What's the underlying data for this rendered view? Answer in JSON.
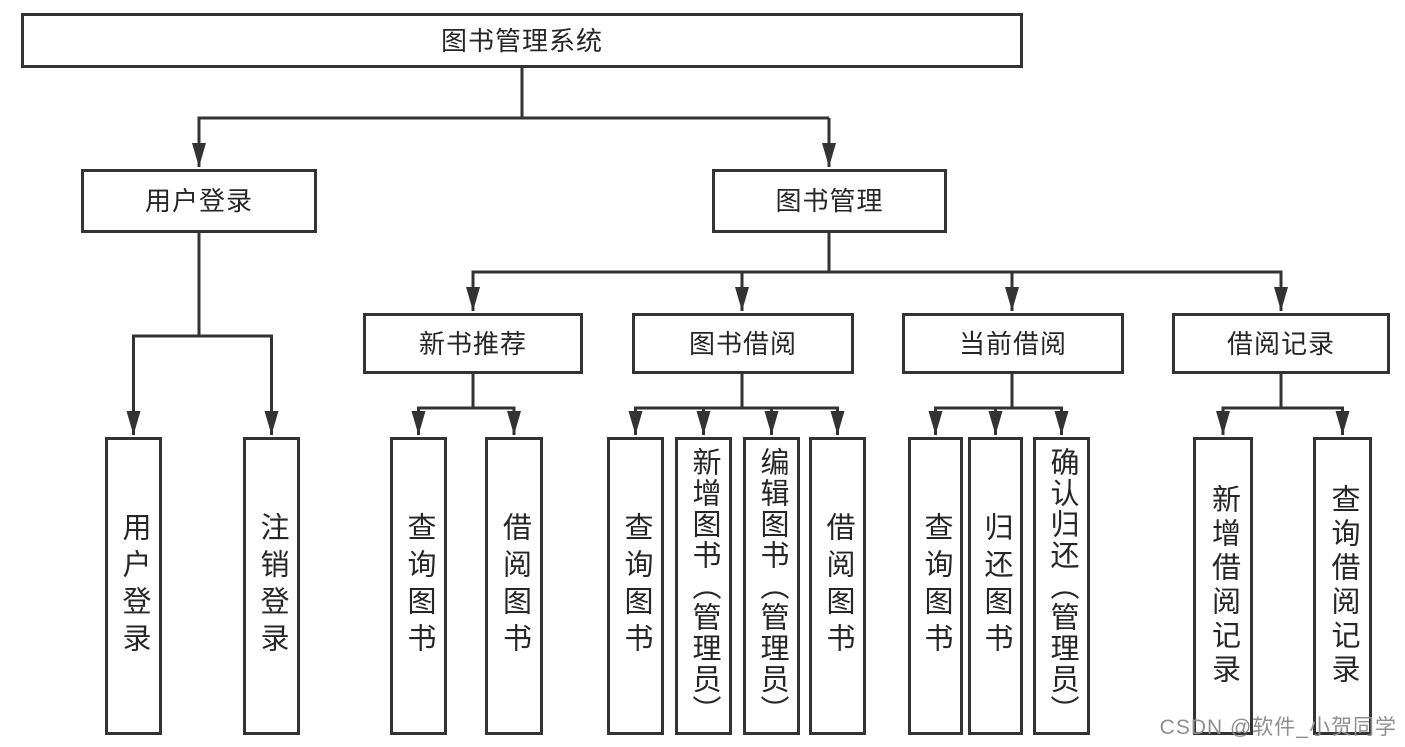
{
  "diagram_title": "图书管理系统",
  "tree": {
    "label": "图书管理系统",
    "children": [
      {
        "label": "用户登录",
        "children": [
          {
            "label": "用户登录"
          },
          {
            "label": "注销登录"
          }
        ]
      },
      {
        "label": "图书管理",
        "children": [
          {
            "label": "新书推荐",
            "children": [
              {
                "label": "查询图书"
              },
              {
                "label": "借阅图书"
              }
            ]
          },
          {
            "label": "图书借阅",
            "children": [
              {
                "label": "查询图书"
              },
              {
                "label": "新增图书（管理员）"
              },
              {
                "label": "编辑图书（管理员）"
              },
              {
                "label": "借阅图书"
              }
            ]
          },
          {
            "label": "当前借阅",
            "children": [
              {
                "label": "查询图书"
              },
              {
                "label": "归还图书"
              },
              {
                "label": "确认归还（管理员）"
              }
            ]
          },
          {
            "label": "借阅记录",
            "children": [
              {
                "label": "新增借阅记录"
              },
              {
                "label": "查询借阅记录"
              }
            ]
          }
        ]
      }
    ]
  },
  "watermark": {
    "text": "CSDN @软件_小贺同学",
    "color": "#8f8f8f"
  },
  "colors": {
    "line": "#333333",
    "box_border": "#333333",
    "box_fill": "#ffffff",
    "text": "#262626",
    "background": "#ffffff"
  }
}
